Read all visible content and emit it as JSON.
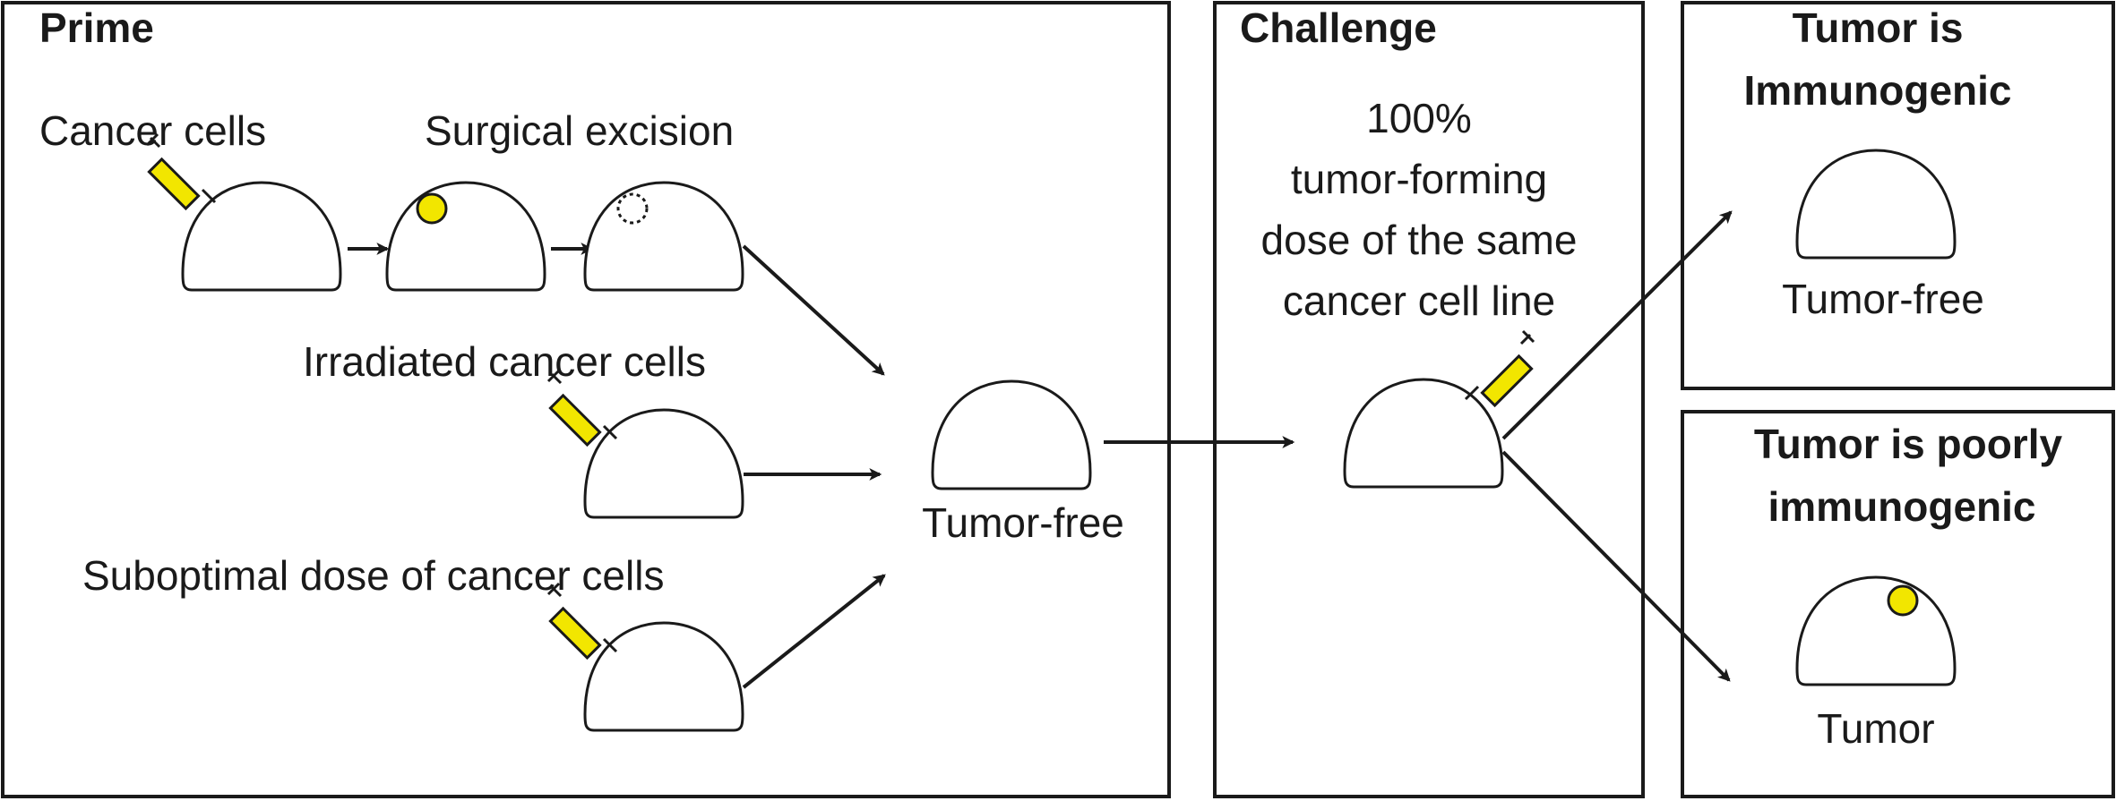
{
  "panels": {
    "prime": {
      "title": "Prime"
    },
    "challenge": {
      "title": "Challenge",
      "description": [
        "100%",
        "tumor-forming",
        "dose of the same",
        "cancer cell line"
      ]
    },
    "immunogenic": {
      "title": [
        "Tumor is",
        "Immunogenic"
      ],
      "outcome_label": "Tumor-free"
    },
    "poorly_immunogenic": {
      "title": [
        "Tumor is poorly",
        "immunogenic"
      ],
      "outcome_label": "Tumor"
    }
  },
  "prime_rows": {
    "row1": {
      "label_cancer": "Cancer cells",
      "label_surgery": "Surgical excision"
    },
    "row2": {
      "label": "Irradiated cancer cells"
    },
    "row3": {
      "label": "Suboptimal dose of cancer cells"
    }
  },
  "prime_result_label": "Tumor-free",
  "colors": {
    "line": "#1a1a1a",
    "syringe": "#f2e600",
    "tumor": "#f2e600",
    "background": "#ffffff"
  },
  "icons": [
    "mouse-icon",
    "syringe-icon",
    "tumor-icon",
    "excision-site-icon",
    "arrow-icon"
  ]
}
